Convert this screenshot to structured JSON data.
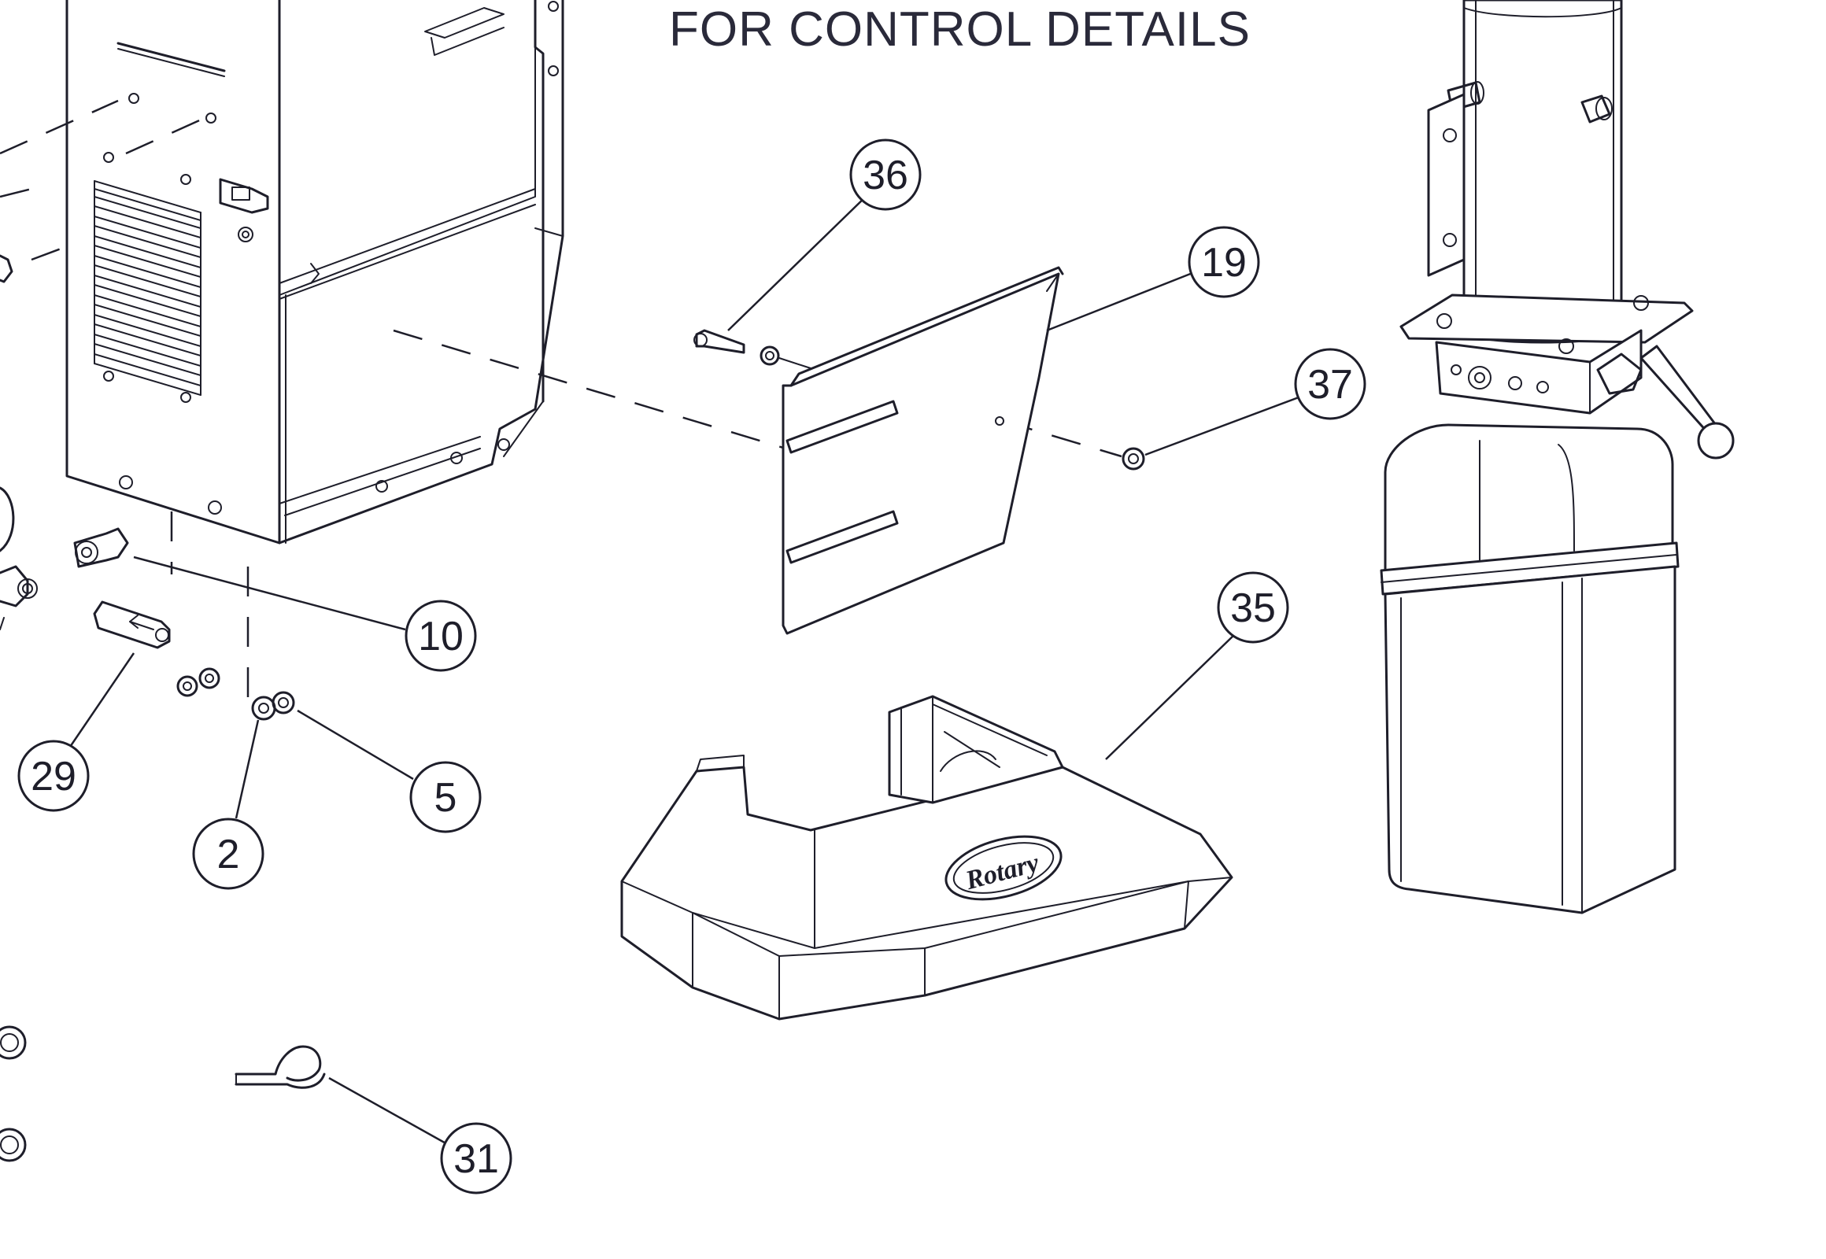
{
  "note_text": "FOR CONTROL DETAILS",
  "logo_text": "Rotary",
  "callouts": [
    {
      "id": "c36",
      "label": "36"
    },
    {
      "id": "c19",
      "label": "19"
    },
    {
      "id": "c37",
      "label": "37"
    },
    {
      "id": "c10",
      "label": "10"
    },
    {
      "id": "c29",
      "label": "29"
    },
    {
      "id": "c5",
      "label": "5"
    },
    {
      "id": "c2",
      "label": "2"
    },
    {
      "id": "c35",
      "label": "35"
    },
    {
      "id": "c31",
      "label": "31"
    }
  ],
  "colors": {
    "line": "#1e1e2a",
    "background": "#ffffff"
  }
}
